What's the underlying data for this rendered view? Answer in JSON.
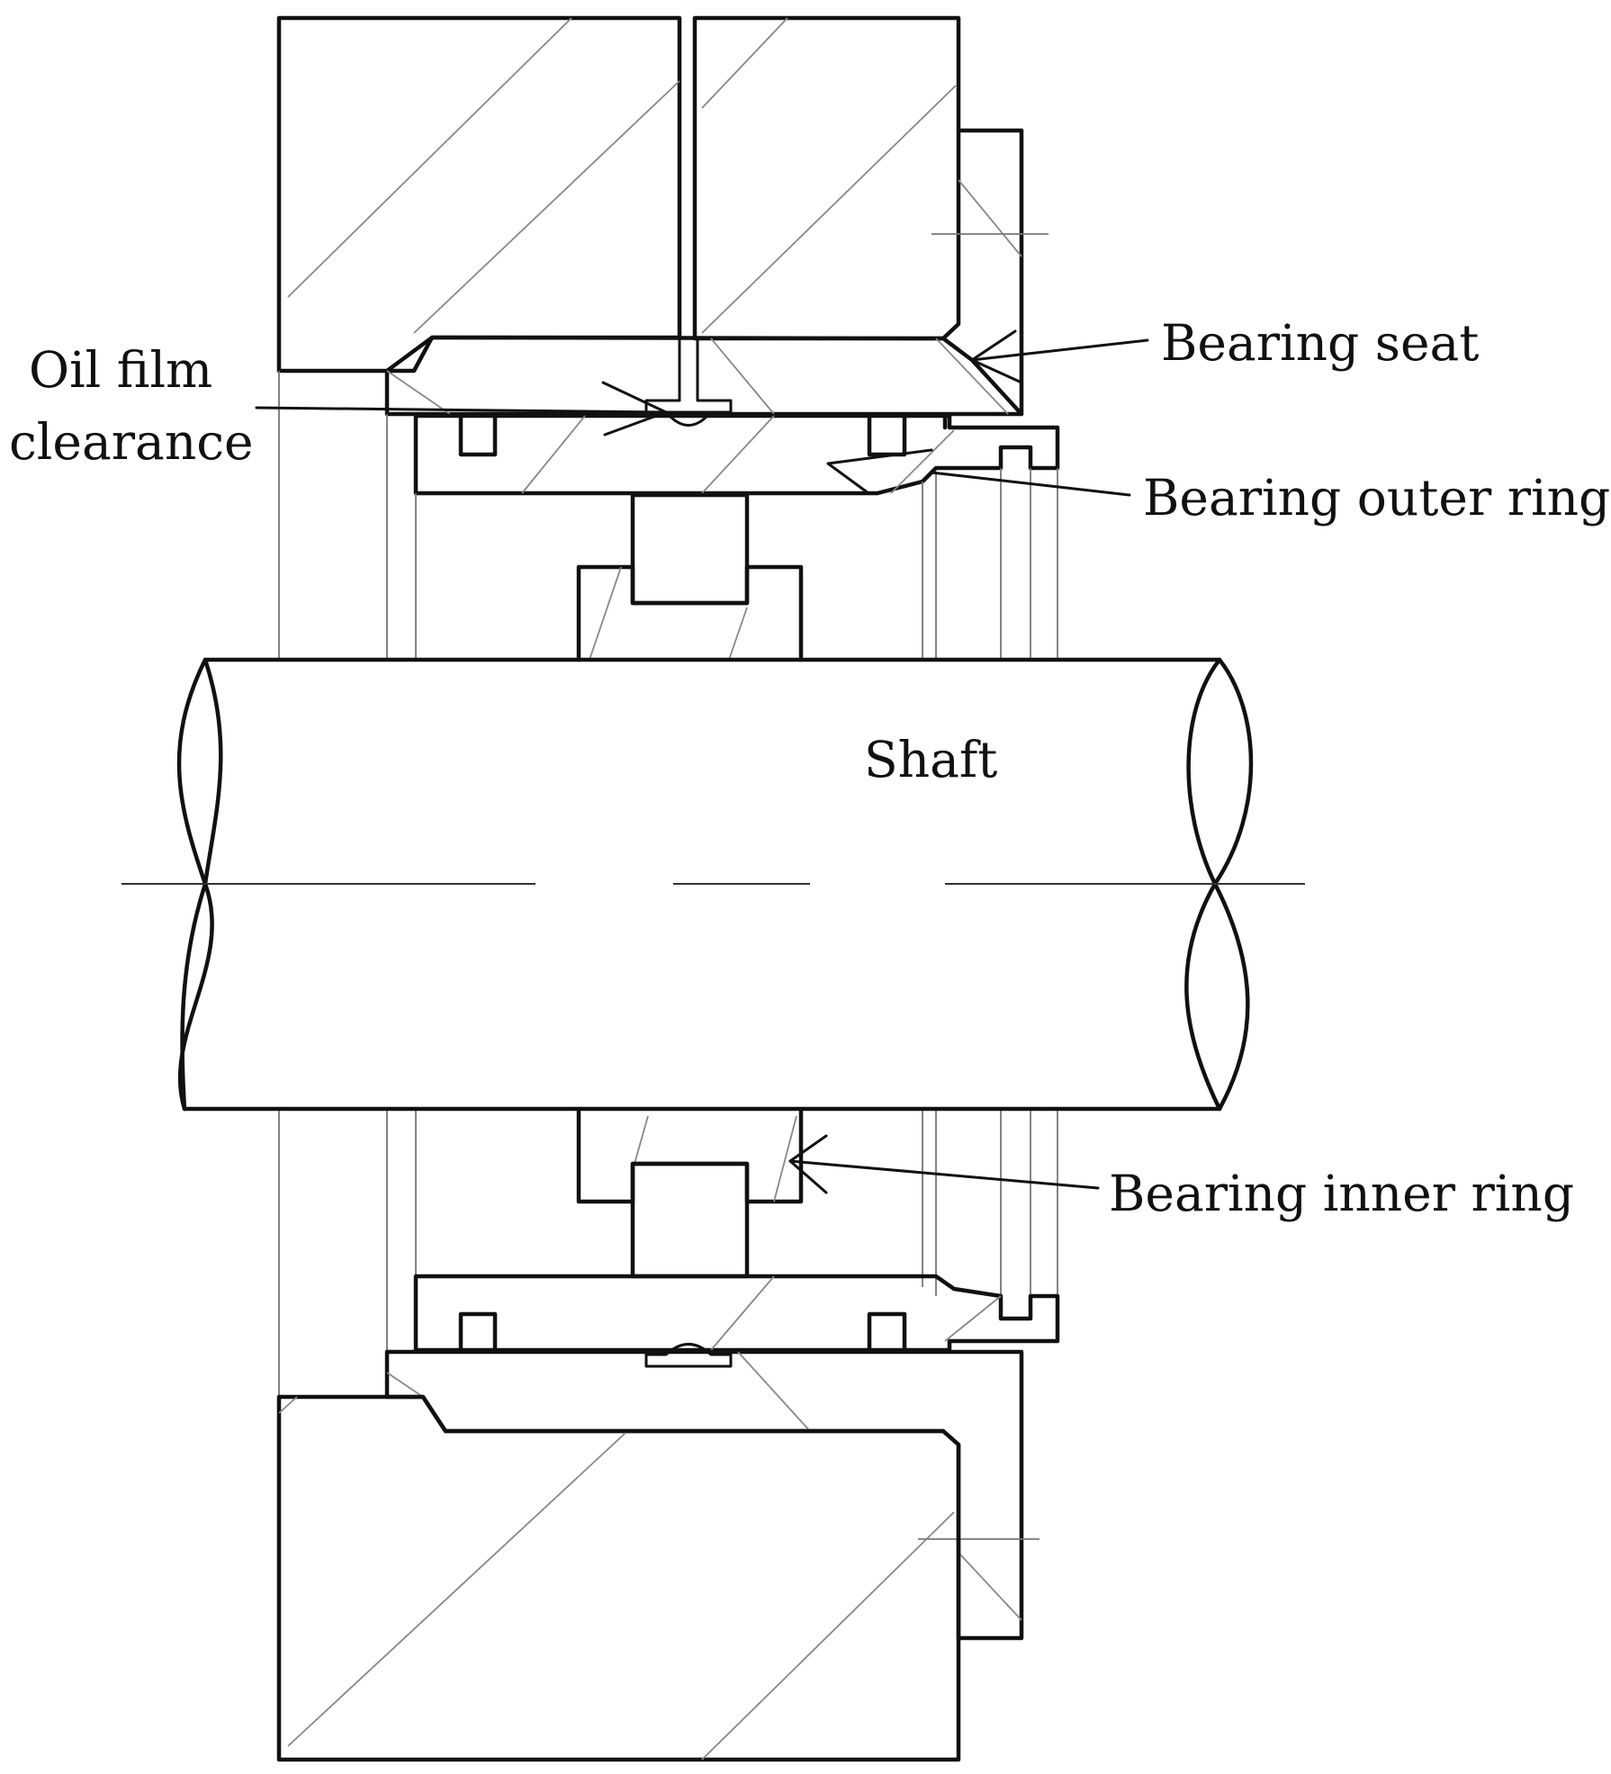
{
  "labels": {
    "oil_film_line1": "Oil film",
    "oil_film_line2": "clearance",
    "bearing_seat": "Bearing seat",
    "bearing_outer_ring": "Bearing outer ring",
    "shaft": "Shaft",
    "bearing_inner_ring": "Bearing inner ring"
  }
}
